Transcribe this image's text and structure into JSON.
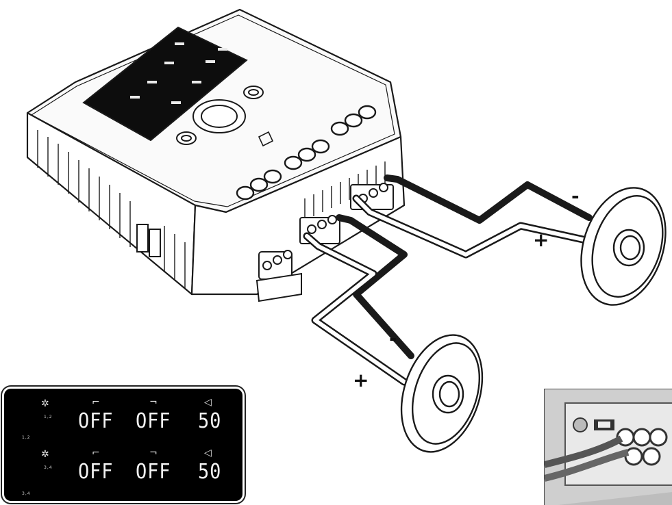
{
  "wiring": {
    "front_pair_plus": "+",
    "front_pair_minus": "-",
    "rear_pair_plus": "+",
    "rear_pair_minus": "-"
  },
  "lcd": {
    "row1": {
      "channel": "1,2",
      "hpf": "OFF",
      "lpf": "OFF",
      "gain": "50"
    },
    "row2": {
      "channel": "3,4",
      "hpf": "OFF",
      "lpf": "OFF",
      "gain": "50"
    },
    "side_label_top": "1,2",
    "side_label_bottom": "3,4"
  },
  "icons": {
    "crossover": "fan-icon",
    "highpass": "highpass-filter-icon",
    "lowpass": "lowpass-filter-icon",
    "volume": "speaker-volume-icon"
  },
  "colors": {
    "line": "#1a1a1a",
    "panel": "#000000",
    "lcd_text": "#f2f2f2"
  }
}
